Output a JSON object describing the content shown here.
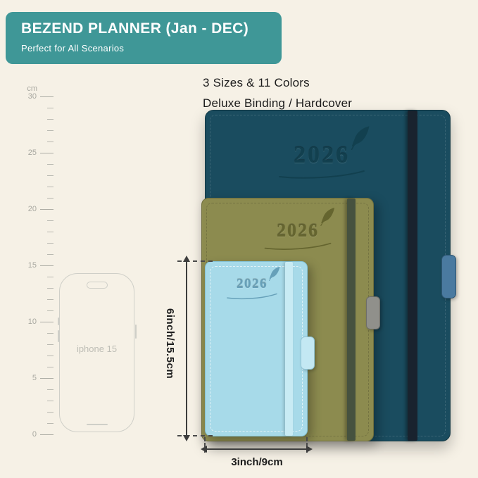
{
  "banner": {
    "title": "BEZEND PLANNER (Jan - DEC)",
    "subtitle": "Perfect for All Scenarios"
  },
  "features": {
    "line1": "3 Sizes & 11 Colors",
    "line2": "Deluxe Binding / Hardcover"
  },
  "ruler": {
    "unit": "cm",
    "major_labels": [
      "30",
      "25",
      "20",
      "15",
      "10",
      "5",
      "0"
    ]
  },
  "phone": {
    "label": "iphone 15"
  },
  "notebooks": [
    {
      "name": "large",
      "year": "2026",
      "cover_color": "#1A4C5F",
      "band_color": "#19232E",
      "pen_loop_color": "#4A7AA0"
    },
    {
      "name": "medium",
      "year": "2026",
      "cover_color": "#8C8B4F",
      "band_color": "#46523F",
      "pen_loop_color": "#90908B"
    },
    {
      "name": "small",
      "year": "2026",
      "cover_color": "#A7DAE9",
      "band_color": "#C8EBF4",
      "pen_loop_color": "#C3E8F3"
    }
  ],
  "dimensions": {
    "height_label": "6inch/15.5cm",
    "width_label": "3inch/9cm"
  },
  "icons": {
    "cover_logo": "feather-quill"
  },
  "colors": {
    "banner_bg": "#3F9797",
    "background": "#F6F1E6",
    "annotation": "#3d3d3d"
  }
}
